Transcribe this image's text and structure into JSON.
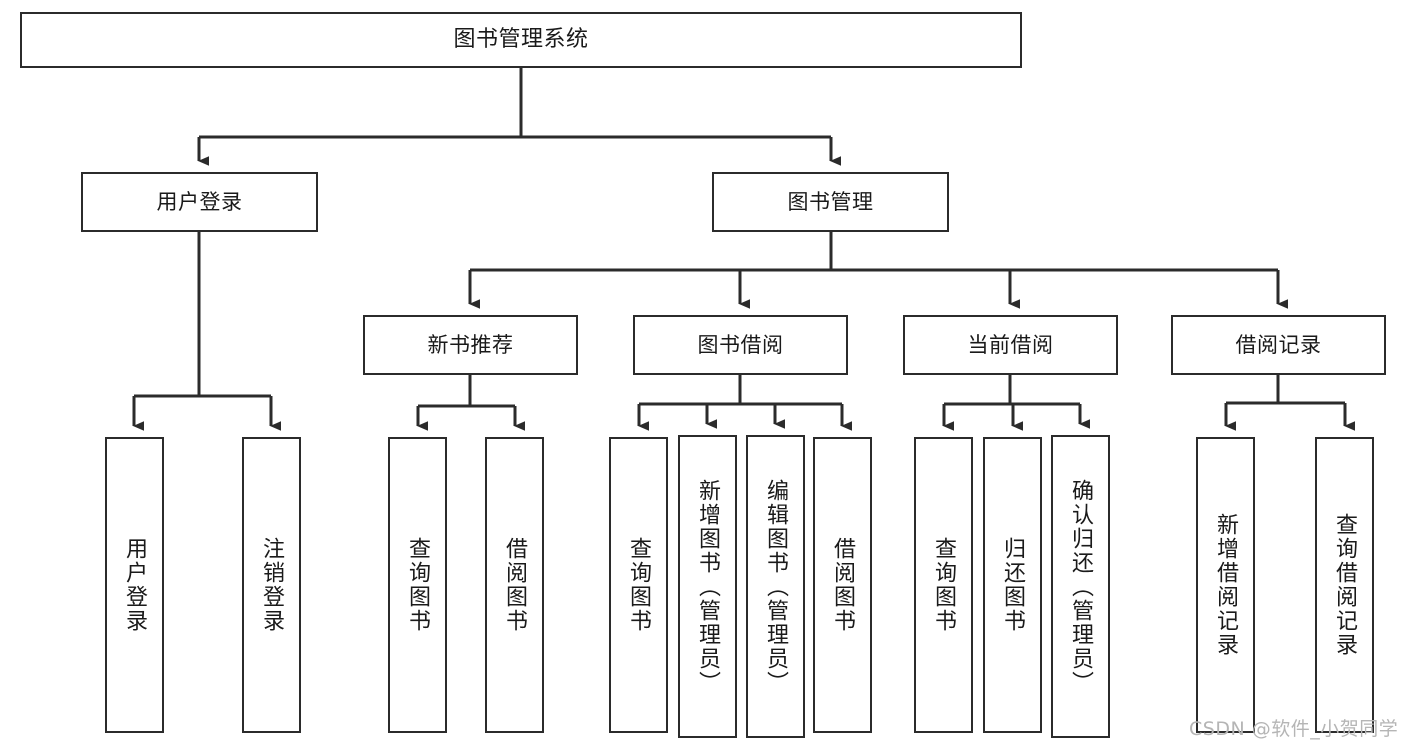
{
  "diagram": {
    "title": "图书管理系统",
    "type": "tree",
    "orientation": "top-down",
    "line_color": "#2b2b2b",
    "box_fill": "#ffffff",
    "text_color": "#1a1a1a"
  },
  "nodes": {
    "root": {
      "label": "图书管理系统"
    },
    "level2": [
      {
        "id": "user-login",
        "label": "用户登录"
      },
      {
        "id": "book-manage",
        "label": "图书管理"
      }
    ],
    "level3": [
      {
        "id": "new-book-recommend",
        "label": "新书推荐"
      },
      {
        "id": "book-borrow",
        "label": "图书借阅"
      },
      {
        "id": "current-borrow",
        "label": "当前借阅"
      },
      {
        "id": "borrow-record",
        "label": "借阅记录"
      }
    ],
    "leaves": {
      "user_login": [
        {
          "id": "leaf-user-login",
          "label": "用户登录"
        },
        {
          "id": "leaf-logout-login",
          "label": "注销登录"
        }
      ],
      "new_book_recommend": [
        {
          "id": "leaf-query-book-1",
          "label": "查询图书"
        },
        {
          "id": "leaf-borrow-book-1",
          "label": "借阅图书"
        }
      ],
      "book_borrow": [
        {
          "id": "leaf-query-book-2",
          "label": "查询图书"
        },
        {
          "id": "leaf-add-book",
          "label": "新增图书（管理员）"
        },
        {
          "id": "leaf-edit-book",
          "label": "编辑图书（管理员）"
        },
        {
          "id": "leaf-borrow-book-2",
          "label": "借阅图书"
        }
      ],
      "current_borrow": [
        {
          "id": "leaf-query-book-3",
          "label": "查询图书"
        },
        {
          "id": "leaf-return-book",
          "label": "归还图书"
        },
        {
          "id": "leaf-confirm-return",
          "label": "确认归还（管理员）"
        }
      ],
      "borrow_record": [
        {
          "id": "leaf-add-record",
          "label": "新增借阅记录"
        },
        {
          "id": "leaf-query-record",
          "label": "查询借阅记录"
        }
      ]
    }
  },
  "watermark": {
    "text": "CSDN @软件_小贺同学",
    "color": "#b5b5b5"
  }
}
